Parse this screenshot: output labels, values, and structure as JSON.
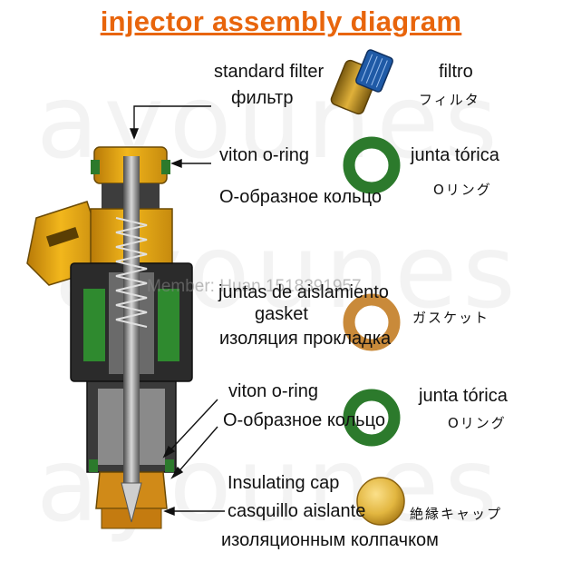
{
  "title": "injector assembly diagram",
  "watermark": {
    "brand": "ayounes",
    "member": "Member: Huan 1518391957"
  },
  "parts": [
    {
      "en": "standard filter",
      "ru": "фильтр",
      "es": "filtro",
      "jp": "フィルタ",
      "icon": "filter-screen-icon",
      "color": "#1f5aa6"
    },
    {
      "en": "viton o-ring",
      "ru": "О-образное кольцо",
      "es": "junta tórica",
      "jp": "Oリング",
      "icon": "o-ring-icon",
      "color": "#2c7a2c"
    },
    {
      "en": "gasket",
      "ru": "изоляция прокладка",
      "es": "juntas de aislamiento",
      "jp": "ガスケット",
      "icon": "gasket-ring-icon",
      "color": "#c98a3a"
    },
    {
      "en": "viton o-ring",
      "ru": "О-образное кольцо",
      "es": "junta tórica",
      "jp": "Oリング",
      "icon": "o-ring-icon",
      "color": "#2c7a2c"
    },
    {
      "en": "Insulating cap",
      "ru": "изоляционным колпачком",
      "es": "casquillo aislante",
      "jp": "絶縁キャップ",
      "icon": "insulating-cap-icon",
      "color": "#e2b640"
    }
  ]
}
